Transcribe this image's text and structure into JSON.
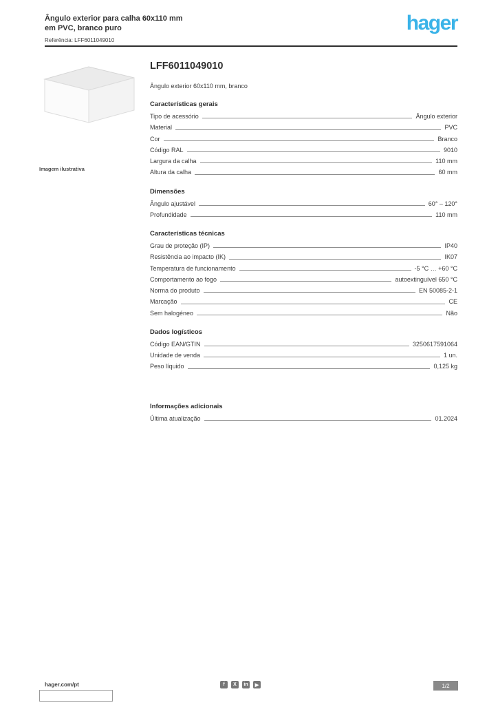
{
  "colors": {
    "brand_blue": "#3AB3E8",
    "text": "#3C3C3C",
    "line": "#8F8F8F"
  },
  "header": {
    "title_line1": "Ângulo exterior para calha 60x110 mm",
    "title_line2": "em PVC, branco puro",
    "reference_label": "Referência:",
    "reference": "LFF6011049010",
    "logo": "hager"
  },
  "product": {
    "title": "LFF6011049010",
    "subtitle": "Ângulo exterior 60x110 mm, branco",
    "image_caption": "Imagem ilustrativa"
  },
  "sections": [
    {
      "heading": "Características gerais",
      "rows": [
        {
          "label": "Tipo de acessório",
          "value": "Ângulo exterior"
        },
        {
          "label": "Material",
          "value": "PVC"
        },
        {
          "label": "Cor",
          "value": "Branco"
        },
        {
          "label": "Código RAL",
          "value": "9010"
        },
        {
          "label": "Largura da calha",
          "value": "110 mm"
        },
        {
          "label": "Altura da calha",
          "value": "60 mm"
        }
      ]
    },
    {
      "heading": "Dimensões",
      "rows": [
        {
          "label": "Ângulo ajustável",
          "value": "60° – 120°"
        },
        {
          "label": "Profundidade",
          "value": "110 mm"
        }
      ]
    },
    {
      "heading": "Características técnicas",
      "rows": [
        {
          "label": "Grau de proteção (IP)",
          "value": "IP40"
        },
        {
          "label": "Resistência ao impacto (IK)",
          "value": "IK07"
        },
        {
          "label": "Temperatura de funcionamento",
          "value": "-5 °C … +60 °C"
        },
        {
          "label": "Comportamento ao fogo",
          "value": "autoextinguível 650 °C"
        },
        {
          "label": "Norma do produto",
          "value": "EN 50085-2-1"
        },
        {
          "label": "Marcação",
          "value": "CE"
        },
        {
          "label": "Sem halogéneo",
          "value": "Não"
        }
      ]
    },
    {
      "heading": "Dados logísticos",
      "rows": [
        {
          "label": "Código EAN/GTIN",
          "value": "3250617591064"
        },
        {
          "label": "Unidade de venda",
          "value": "1 un."
        },
        {
          "label": "Peso líquido",
          "value": "0,125 kg"
        }
      ]
    },
    {
      "heading": "Informações adicionais",
      "rows": [
        {
          "label": "Última atualização",
          "value": "01.2024"
        }
      ]
    }
  ],
  "footer": {
    "website": "hager.com/pt",
    "page": "1/2",
    "icons": [
      {
        "name": "facebook-icon",
        "glyph": "f"
      },
      {
        "name": "x-icon",
        "glyph": "X"
      },
      {
        "name": "linkedin-icon",
        "glyph": "in"
      },
      {
        "name": "youtube-icon",
        "glyph": "▶"
      }
    ]
  }
}
